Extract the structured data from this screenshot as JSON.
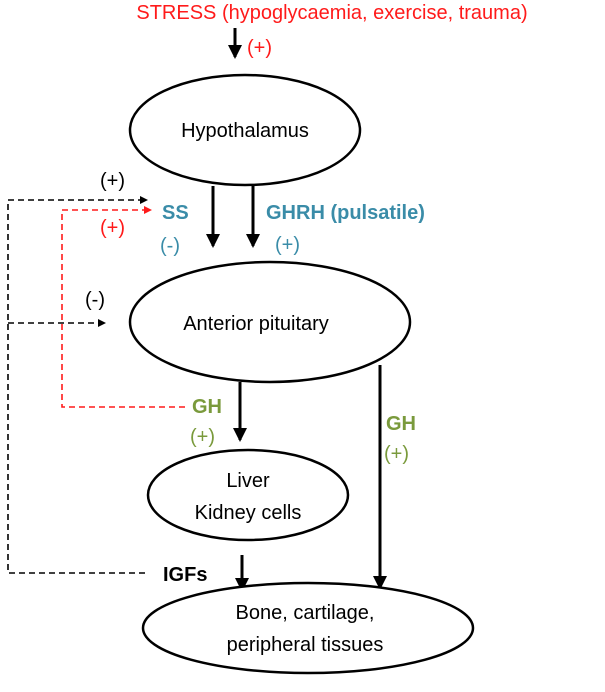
{
  "stress": {
    "label": "STRESS (hypoglycaemia, exercise, trauma)",
    "effect": "(+)"
  },
  "nodes": {
    "hypothalamus": "Hypothalamus",
    "anterior_pituitary": "Anterior pituitary",
    "liver_line1": "Liver",
    "liver_line2": "Kidney cells",
    "bone_line1": "Bone, cartilage,",
    "bone_line2": "peripheral tissues"
  },
  "signals": {
    "ss": "SS",
    "ss_effect": "(-)",
    "ghrh": "GHRH (pulsatile)",
    "ghrh_effect": "(+)",
    "gh_left": "GH",
    "gh_left_effect": "(+)",
    "gh_right": "GH",
    "gh_right_effect": "(+)",
    "igfs": "IGFs"
  },
  "feedback": {
    "igf_to_ss": "(+)",
    "gh_to_ss": "(+)",
    "igf_to_pituitary": "(-)"
  },
  "colors": {
    "red": "#ff1a1a",
    "teal": "#3a8ca8",
    "green": "#7a9a3c",
    "black": "#000000"
  }
}
